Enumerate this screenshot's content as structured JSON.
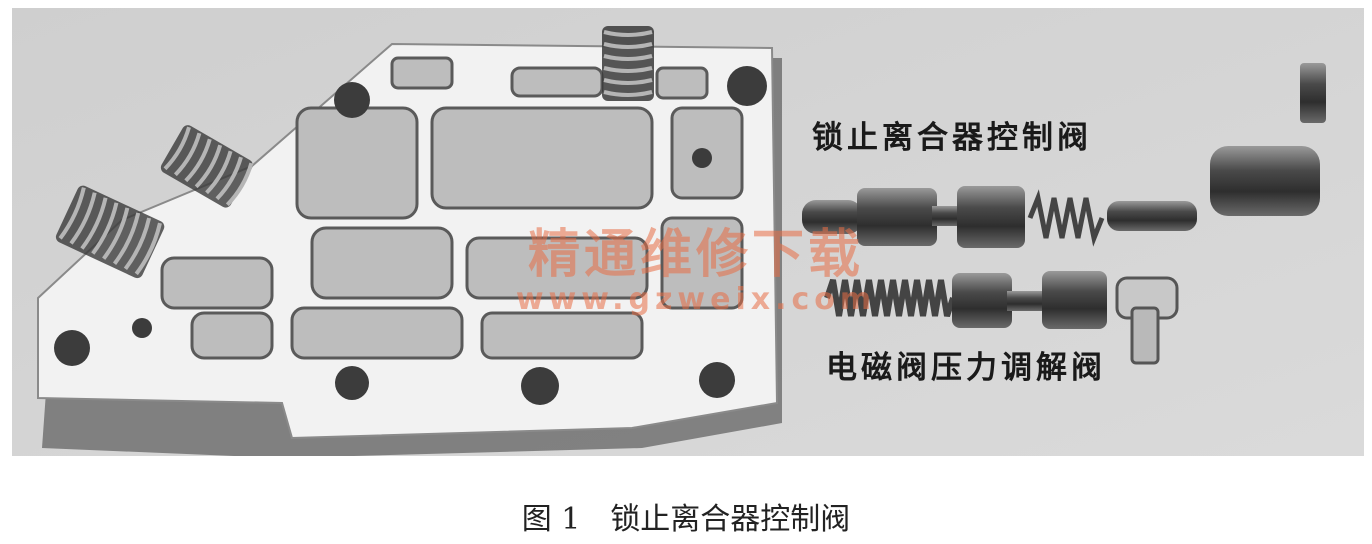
{
  "figure": {
    "number": "图 1",
    "caption": "锁止离合器控制阀"
  },
  "labels": {
    "top": "锁止离合器控制阀",
    "bottom": "电磁阀压力调解阀"
  },
  "watermark": {
    "title": "精通维修下载",
    "url": "www.gzweix.com",
    "color": "#e86e46"
  },
  "colors": {
    "background": "#d6d6d6",
    "valve_body": "#f1f1f1",
    "metal": "#5a5a5a"
  }
}
